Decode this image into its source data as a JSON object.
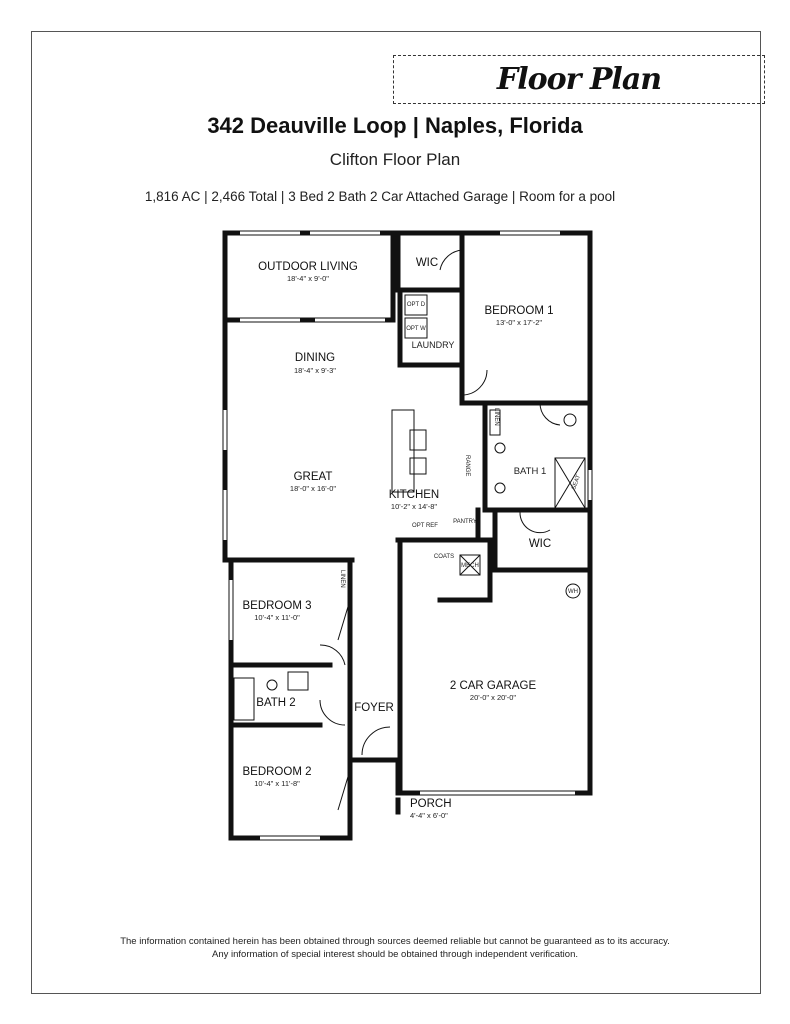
{
  "header": {
    "badge": "Floor Plan",
    "address": "342 Deauville Loop  |  Naples, Florida",
    "plan_name": "Clifton Floor Plan",
    "specs": "1,816 AC  |  2,466 Total  |  3 Bed  2 Bath  2 Car Attached Garage  |  Room for a pool"
  },
  "rooms": {
    "outdoor": {
      "name": "OUTDOOR LIVING",
      "dims": "18'-4\" x 9'-0\""
    },
    "wic1": {
      "name": "WIC"
    },
    "bedroom1": {
      "name": "BEDROOM 1",
      "dims": "13'-0\" x 17'-2\""
    },
    "laundry": {
      "name": "LAUNDRY",
      "opt_d": "OPT D",
      "opt_w": "OPT W"
    },
    "dining": {
      "name": "DINING",
      "dims": "18'-4\" x 9'-3\""
    },
    "great": {
      "name": "GREAT",
      "dims": "18'-0\" x 16'-0\""
    },
    "kitchen": {
      "name": "KITCHEN",
      "dims": "10'-2\" x 14'-8\"",
      "range": "RANGE",
      "pantry": "PANTRY",
      "opt_ref": "OPT REF"
    },
    "linen1": {
      "name": "LINEN"
    },
    "bath1": {
      "name": "BATH 1",
      "seat": "SEAT"
    },
    "wic2": {
      "name": "WIC"
    },
    "coats": {
      "name": "COATS"
    },
    "mech": {
      "name": "MECH"
    },
    "wh": {
      "name": "WH"
    },
    "bedroom3": {
      "name": "BEDROOM 3",
      "dims": "10'-4\" x 11'-0\""
    },
    "linen2": {
      "name": "LINEN"
    },
    "bath2": {
      "name": "BATH 2"
    },
    "foyer": {
      "name": "FOYER"
    },
    "garage": {
      "name": "2 CAR GARAGE",
      "dims": "20'-0\" x 20'-0\""
    },
    "bedroom2": {
      "name": "BEDROOM 2",
      "dims": "10'-4\" x 11'-8\""
    },
    "porch": {
      "name": "PORCH",
      "dims": "4'-4\" x 6'-0\""
    }
  },
  "footer": {
    "line1": "The information contained herein has been obtained through sources deemed reliable but cannot be guaranteed as to its accuracy.",
    "line2": "Any information of special interest should be obtained through independent verification."
  }
}
